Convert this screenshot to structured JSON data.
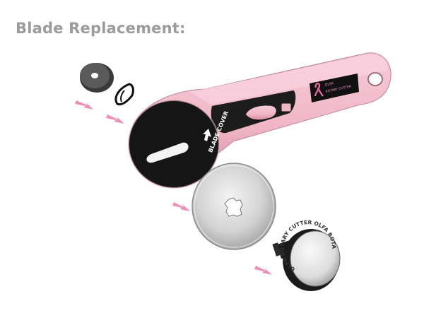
{
  "page": {
    "title": "Blade Replacement:"
  },
  "cutter": {
    "blade_cover_label": "BLADE COVER",
    "brand_badge_text": "OLFA",
    "product_label": "ROTARY CUTTER",
    "knob_text": "OLFA ROTARY CUTTER OLFA ROTARY CUTTER"
  },
  "colors": {
    "handle_pink": "#f0b6c8",
    "handle_pink_shadow": "#d98ea6",
    "arrow_pink": "#ee8fb6",
    "black": "#161616",
    "blade_silver": "#d7d7d7",
    "title_gray": "#9c9c9c"
  },
  "parts": [
    {
      "name": "washer"
    },
    {
      "name": "spring-washer"
    },
    {
      "name": "handle"
    },
    {
      "name": "blade"
    },
    {
      "name": "nut"
    }
  ],
  "arrows": [
    {
      "name": "arrow-washer"
    },
    {
      "name": "arrow-spring"
    },
    {
      "name": "arrow-blade"
    },
    {
      "name": "arrow-nut"
    }
  ]
}
